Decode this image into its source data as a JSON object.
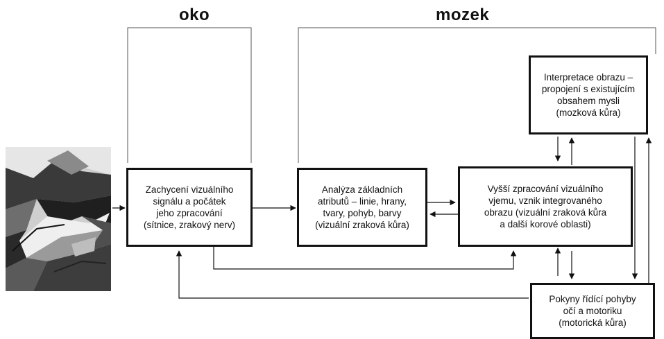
{
  "headings": {
    "eye": "oko",
    "brain": "mozek"
  },
  "boxes": {
    "capture": "Zachycení vizuálního\nsignálu a počátek\njeho zpracování\n(sítnice, zrakový nerv)",
    "analysis": "Analýza základních\natributů – linie, hrany,\ntvary, pohyb, barvy\n(vizuální zraková kůra)",
    "higher": "Vyšší zpracování vizuálního\nvjemu, vznik integrovaného\nobrazu (vizuální zraková kůra\na další korové oblasti)",
    "interpretation": "Interpretace obrazu –\npropojení s existujícím\nobsahem mysli\n(mozková kůra)",
    "motor": "Pokyny řídící pohyby\nočí a motoriku\n(motorická kůra)"
  },
  "image": {
    "subject": "cubist-style painting",
    "colors": {
      "dark": "#2b2b2b",
      "mid": "#777777",
      "light": "#d9d9d9"
    }
  },
  "colors": {
    "line": "#111111",
    "bracket": "#555555",
    "background": "#ffffff"
  }
}
